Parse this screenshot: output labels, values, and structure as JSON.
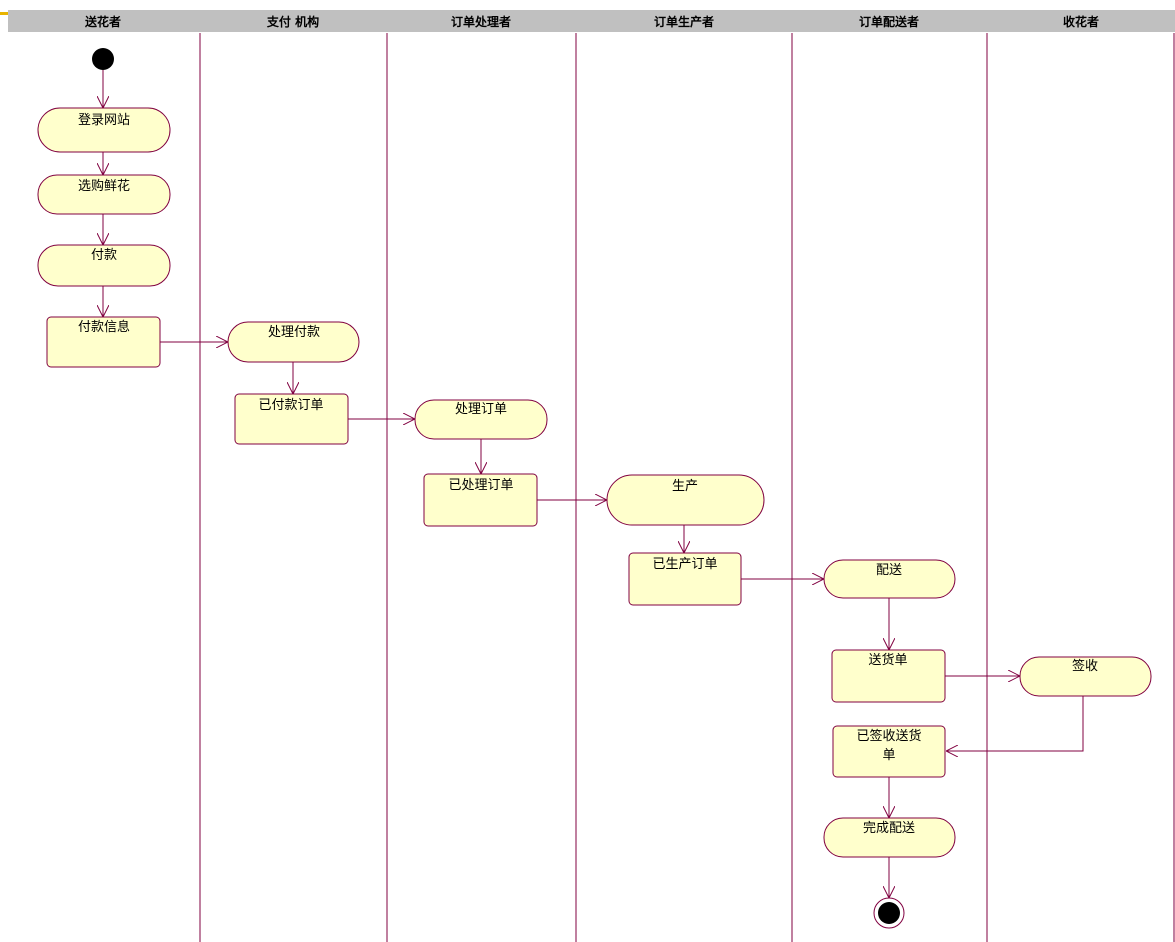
{
  "lanes": [
    "送花者",
    "支付 机构",
    "订单处理者",
    "订单生产者",
    "订单配送者",
    "收花者"
  ],
  "nodes": {
    "login": "登录网站",
    "select_flowers": "选购鲜花",
    "pay": "付款",
    "payment_info": "付款信息",
    "process_payment": "处理付款",
    "paid_order": "已付款订单",
    "process_order": "处理订单",
    "processed_order": "已处理订单",
    "produce": "生产",
    "produced_order": "已生产订单",
    "deliver": "配送",
    "delivery_note": "送货单",
    "sign": "签收",
    "signed_note_line1": "已签收送货",
    "signed_note_line2": "单",
    "complete_delivery": "完成配送"
  },
  "colors": {
    "header_bg": "#c0c0c0",
    "line": "#800040",
    "node_fill": "#ffffcc",
    "node_stroke": "#800040",
    "marker": "#000000",
    "accent": "#e8b400"
  }
}
